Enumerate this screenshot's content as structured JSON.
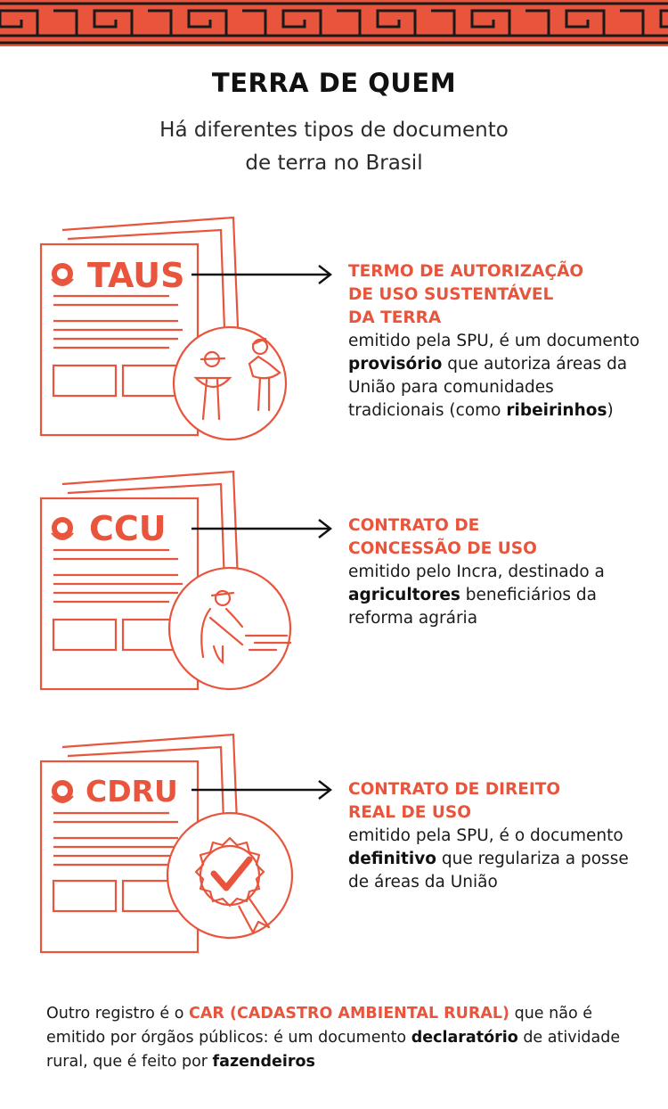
{
  "colors": {
    "accent": "#e8553c",
    "text": "#1a1a1a"
  },
  "title": "TERRA DE QUEM",
  "subtitle": {
    "line1": "Há diferentes tipos de documento",
    "line2": "de terra no Brasil"
  },
  "documents": [
    {
      "code": "TAUS",
      "icon": "riverside-people-icon",
      "heading": [
        "TERMO DE AUTORIZAÇÃO",
        "DE USO SUSTENTÁVEL",
        "DA TERRA"
      ],
      "desc_parts": [
        "emitido pela SPU, é um documento ",
        "provisório",
        " que autoriza áreas da União para comunidades tradicionais (como ",
        "ribeirinhos",
        ")"
      ]
    },
    {
      "code": "CCU",
      "icon": "farmer-icon",
      "heading": [
        "CONTRATO DE",
        "CONCESSÃO DE USO"
      ],
      "desc_parts": [
        "emitido pelo Incra, destinado a ",
        "agricultores",
        " beneficiários da reforma agrária"
      ]
    },
    {
      "code": "CDRU",
      "icon": "check-seal-icon",
      "heading": [
        "CONTRATO DE DIREITO",
        "REAL DE USO"
      ],
      "desc_parts": [
        "emitido pela SPU, é o documento ",
        "definitivo",
        " que regulariza a posse de áreas da União"
      ]
    }
  ],
  "footer": {
    "part1": "Outro registro é o ",
    "highlight": "CAR (CADASTRO AMBIENTAL RURAL)",
    "part2": "  que não é emitido por órgãos públicos: é um documento ",
    "bold1": "declaratório",
    "part3": " de atividade rural, que é feito por ",
    "bold2": "fazendeiros"
  }
}
